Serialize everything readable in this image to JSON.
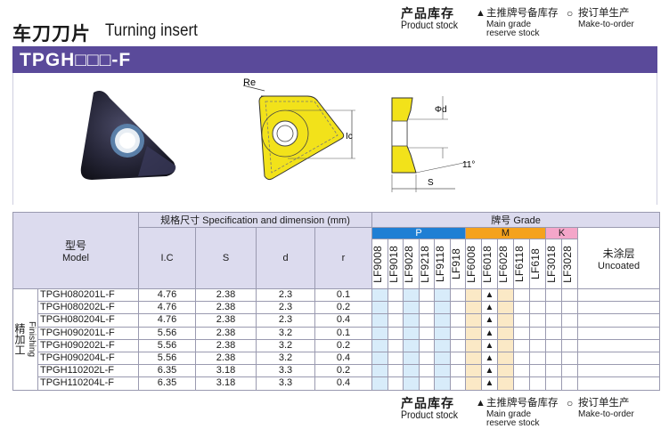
{
  "title": {
    "cn": "车刀刀片",
    "en": "Turning insert"
  },
  "legend": {
    "stock_cn": "产品库存",
    "stock_en": "Product stock",
    "main_grade_symbol": "▲",
    "main_grade_cn": "主推牌号备库存",
    "main_grade_en_1": "Main grade",
    "main_grade_en_2": "reserve stock",
    "make_symbol": "○",
    "make_cn": "按订单生产",
    "make_en": "Make-to-order"
  },
  "banner": "TPGH□□□-F",
  "diagram_labels": {
    "re": "Re",
    "ic": "Ic",
    "phi_d": "Φd",
    "angle": "11°",
    "s": "S"
  },
  "table": {
    "spec_header": "规格尺寸 Specification and dimension (mm)",
    "grade_header": "牌号 Grade",
    "model_cn": "型号",
    "model_en": "Model",
    "col_ic": "I.C",
    "col_s": "S",
    "col_d": "d",
    "col_r": "r",
    "group_p": "P",
    "group_m": "M",
    "group_k": "K",
    "uncoated_cn": "未涂层",
    "uncoated_en": "Uncoated",
    "grades": [
      "LF9008",
      "LF9018",
      "LF9028",
      "LF9218",
      "LF9118",
      "LF918",
      "LF6008",
      "LF6018",
      "LF6028",
      "LF6118",
      "LF618",
      "LF3018",
      "LF3028"
    ],
    "side_cn": "精加工",
    "side_en": "Finishing",
    "rows": [
      {
        "model": "TPGH080201L-F",
        "ic": "4.76",
        "s": "2.38",
        "d": "2.3",
        "r": "0.1",
        "mark": "▲"
      },
      {
        "model": "TPGH080202L-F",
        "ic": "4.76",
        "s": "2.38",
        "d": "2.3",
        "r": "0.2",
        "mark": "▲"
      },
      {
        "model": "TPGH080204L-F",
        "ic": "4.76",
        "s": "2.38",
        "d": "2.3",
        "r": "0.4",
        "mark": "▲"
      },
      {
        "model": "TPGH090201L-F",
        "ic": "5.56",
        "s": "2.38",
        "d": "3.2",
        "r": "0.1",
        "mark": "▲"
      },
      {
        "model": "TPGH090202L-F",
        "ic": "5.56",
        "s": "2.38",
        "d": "3.2",
        "r": "0.2",
        "mark": "▲"
      },
      {
        "model": "TPGH090204L-F",
        "ic": "5.56",
        "s": "2.38",
        "d": "3.2",
        "r": "0.4",
        "mark": "▲"
      },
      {
        "model": "TPGH110202L-F",
        "ic": "6.35",
        "s": "3.18",
        "d": "3.3",
        "r": "0.2",
        "mark": "▲"
      },
      {
        "model": "TPGH110204L-F",
        "ic": "6.35",
        "s": "3.18",
        "d": "3.3",
        "r": "0.4",
        "mark": "▲"
      }
    ]
  },
  "colors": {
    "banner": "#5a4a9a",
    "p": "#1f7fd4",
    "m": "#f5a21d",
    "k": "#f4a6c9",
    "insert_yellow": "#f2e21a"
  }
}
